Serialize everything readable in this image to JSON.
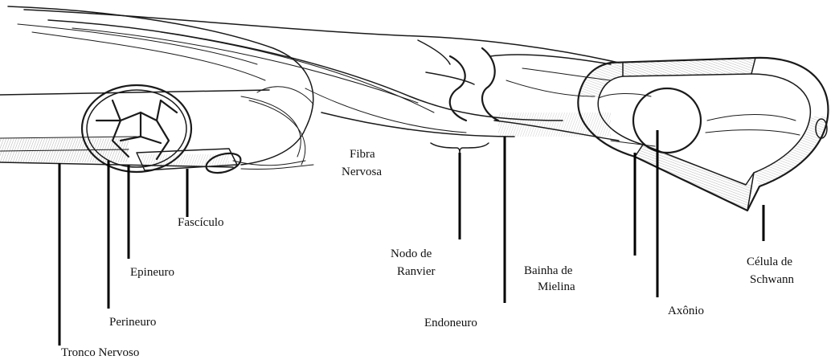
{
  "labels": {
    "tronco_nervoso": "Tronco Nervoso",
    "perineuro": "Perineuro",
    "epineuro": "Epineuro",
    "fasciculo": "Fascículo",
    "fibra_line1": "Fibra",
    "fibra_line2": "Nervosa",
    "nodo_line1": "Nodo de",
    "nodo_line2": "Ranvier",
    "endoneuro": "Endoneuro",
    "bainha_line1": "Bainha de",
    "bainha_line2": "Mielina",
    "axonio": "Axônio",
    "celula_line1": "Célula de",
    "celula_line2": "Schwann"
  }
}
